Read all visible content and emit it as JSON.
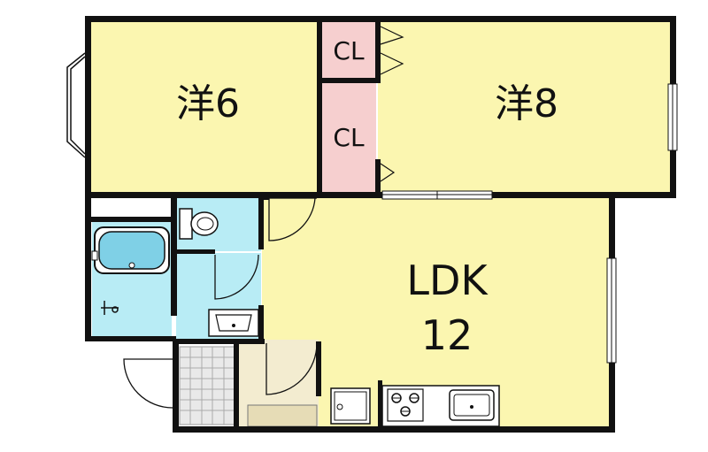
{
  "rooms": {
    "western_left": "洋6",
    "western_right": "洋8",
    "ldk_name": "LDK",
    "ldk_size": "12"
  },
  "closets": {
    "upper": "CL",
    "lower": "CL"
  },
  "colors": {
    "room_fill": "#fbf6b0",
    "closet_fill": "#f6cfcf",
    "wet_area_fill": "#b8ecf5",
    "entry_fill": "#f3ecd0",
    "wall": "#111111"
  }
}
